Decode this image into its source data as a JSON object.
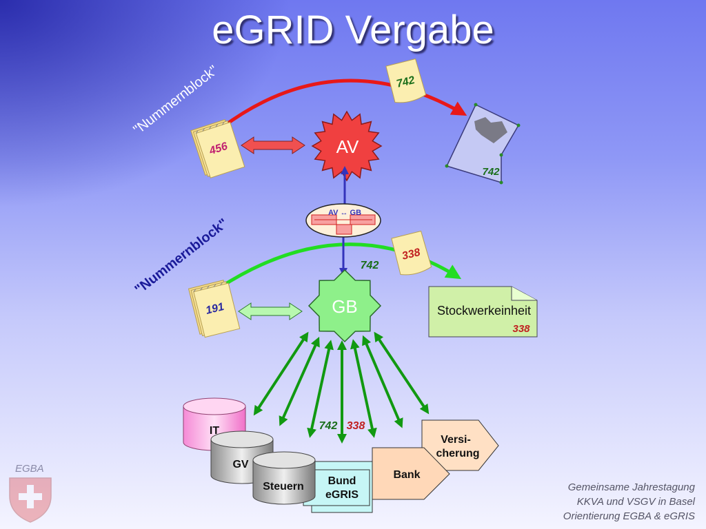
{
  "slide": {
    "title": "eGRID Vergabe",
    "logo_label": "EGBA",
    "footer": [
      "Gemeinsame Jahrestagung",
      "KKVA und VSGV in Basel",
      "Orientierung EGBA & eGRIS"
    ]
  },
  "diagram": {
    "nummernblock_upper": "\"Nummernblock\"",
    "nummernblock_lower": "\"Nummernblock\"",
    "pad_av_number": "456",
    "pad_gb_number": "191",
    "note_top_number": "742",
    "parcel_number": "742",
    "note_mid_number": "338",
    "gb_arrow_number": "742",
    "av_node": "AV",
    "gb_node": "GB",
    "interface_label": "AV ↔ GB",
    "stockwerk_label": "Stockwerkeinheit",
    "stockwerk_number": "338",
    "db_it": "IT",
    "db_gv": "GV",
    "db_steuern": "Steuern",
    "bund_line1": "Bund",
    "bund_line2": "eGRIS",
    "bank": "Bank",
    "vers_line1": "Versi-",
    "vers_line2": "cherung",
    "bottom_num_a": "742",
    "bottom_num_b": "338"
  },
  "colors": {
    "red_arc": "#e81818",
    "green_arc": "#22dd22",
    "green_number": "#1a6e1a",
    "red_number": "#c02020",
    "blue_arrow": "#3333bb",
    "arrows_green": "#119911"
  }
}
